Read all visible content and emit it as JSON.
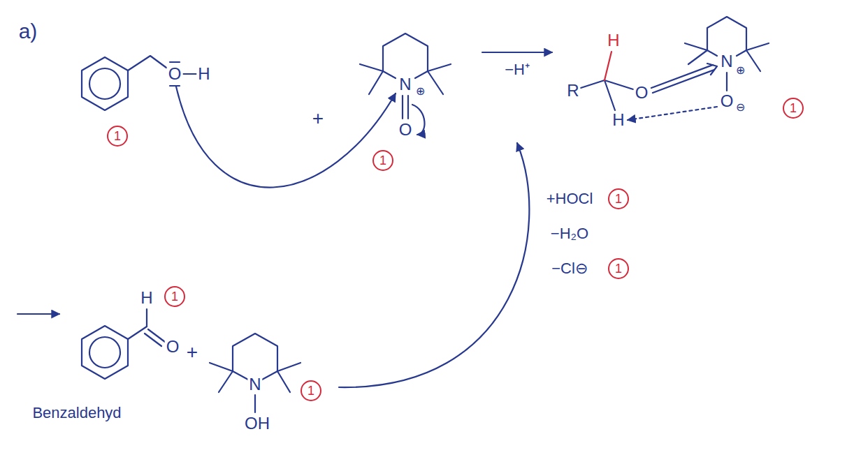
{
  "diagram": {
    "nodes": [
      {
        "text": [
          "1"
        ]
      },
      {
        "text": [
          "1"
        ]
      },
      {
        "text": [
          "1"
        ]
      },
      {
        "text": [
          "1"
        ]
      },
      {
        "text": [
          "1"
        ]
      },
      {
        "text": [
          "1"
        ]
      },
      {
        "text": [
          "1"
        ]
      }
    ],
    "labels": [
      "a)",
      "O",
      "H",
      "+",
      "N",
      "⊕",
      "O",
      "−H⁺",
      "R",
      "H",
      "O",
      "N",
      "⊕",
      "H",
      "O",
      "⊖",
      "+HOCl",
      "−H₂O",
      "−Cl⊖",
      "H",
      "O",
      "Benzaldehyd",
      "+",
      "N",
      "OH"
    ]
  }
}
